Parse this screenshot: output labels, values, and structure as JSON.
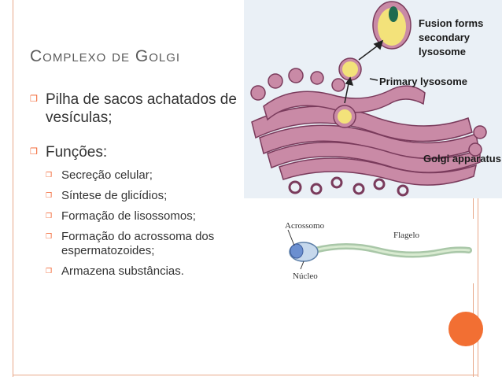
{
  "slide": {
    "title": "Complexo de Golgi",
    "bullets": [
      "Pilha de sacos achatados de vesículas;",
      "Funções:"
    ],
    "subbullets": [
      "Secreção celular;",
      "Síntese de glicídios;",
      "Formação de lisossomos;",
      "Formação do acrossoma dos espermatozoides;",
      "Armazena substâncias."
    ]
  },
  "golgi_figure": {
    "labels": {
      "fusion": [
        "Fusion forms",
        "secondary",
        "lysosome"
      ],
      "primary": "Primary lysosome",
      "apparatus": "Golgi apparatus"
    }
  },
  "sperm_figure": {
    "labels": {
      "acrossomo": "Acrossomo",
      "flagelo": "Flagelo",
      "nucleo": "Núcleo"
    }
  },
  "colors": {
    "accent": "#f15a24",
    "frame": "#e8a889",
    "golgi_fill": "#c98aa6",
    "golgi_bg": "#eaf0f6",
    "vesicle": "#f3e27a"
  }
}
